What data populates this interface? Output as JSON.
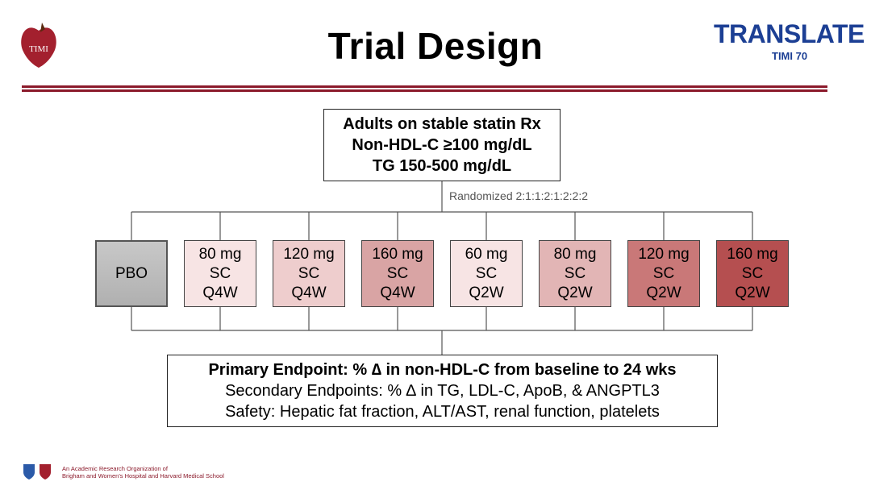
{
  "header": {
    "title": "Trial Design",
    "brand_name": "TRANSLATE",
    "brand_sub": "TIMI 70",
    "timi_logo_text": "TIMI"
  },
  "population": {
    "lines": [
      "Adults on stable statin Rx",
      "Non-HDL-C ≥100 mg/dL",
      "TG 150-500 mg/dL"
    ]
  },
  "randomization": "Randomized 2:1:1:2:1:2:2:2",
  "arms": [
    {
      "lines": [
        "PBO"
      ],
      "color": "#bdbdbd"
    },
    {
      "lines": [
        "80 mg",
        "SC",
        "Q4W"
      ],
      "color": "#f7e4e4"
    },
    {
      "lines": [
        "120 mg",
        "SC",
        "Q4W"
      ],
      "color": "#eecdcd"
    },
    {
      "lines": [
        "160 mg",
        "SC",
        "Q4W"
      ],
      "color": "#d9a4a4"
    },
    {
      "lines": [
        "60 mg",
        "SC",
        "Q2W"
      ],
      "color": "#f7e4e4"
    },
    {
      "lines": [
        "80 mg",
        "SC",
        "Q2W"
      ],
      "color": "#e2b5b5"
    },
    {
      "lines": [
        "120 mg",
        "SC",
        "Q2W"
      ],
      "color": "#c97878"
    },
    {
      "lines": [
        "160 mg",
        "SC",
        "Q2W"
      ],
      "color": "#b54f50"
    }
  ],
  "endpoints": {
    "primary": "Primary Endpoint: % ∆ in non-HDL-C from baseline to 24 wks",
    "secondary": "Secondary Endpoints: % ∆ in TG, LDL-C, ApoB, & ANGPTL3",
    "safety": "Safety: Hepatic fat fraction, ALT/AST, renal function, platelets"
  },
  "footer": {
    "line1": "An Academic Research Organization of",
    "line2": "Brigham and Women's Hospital and Harvard Medical School"
  },
  "colors": {
    "accent": "#8b1a2b",
    "brand": "#1c3f94"
  }
}
